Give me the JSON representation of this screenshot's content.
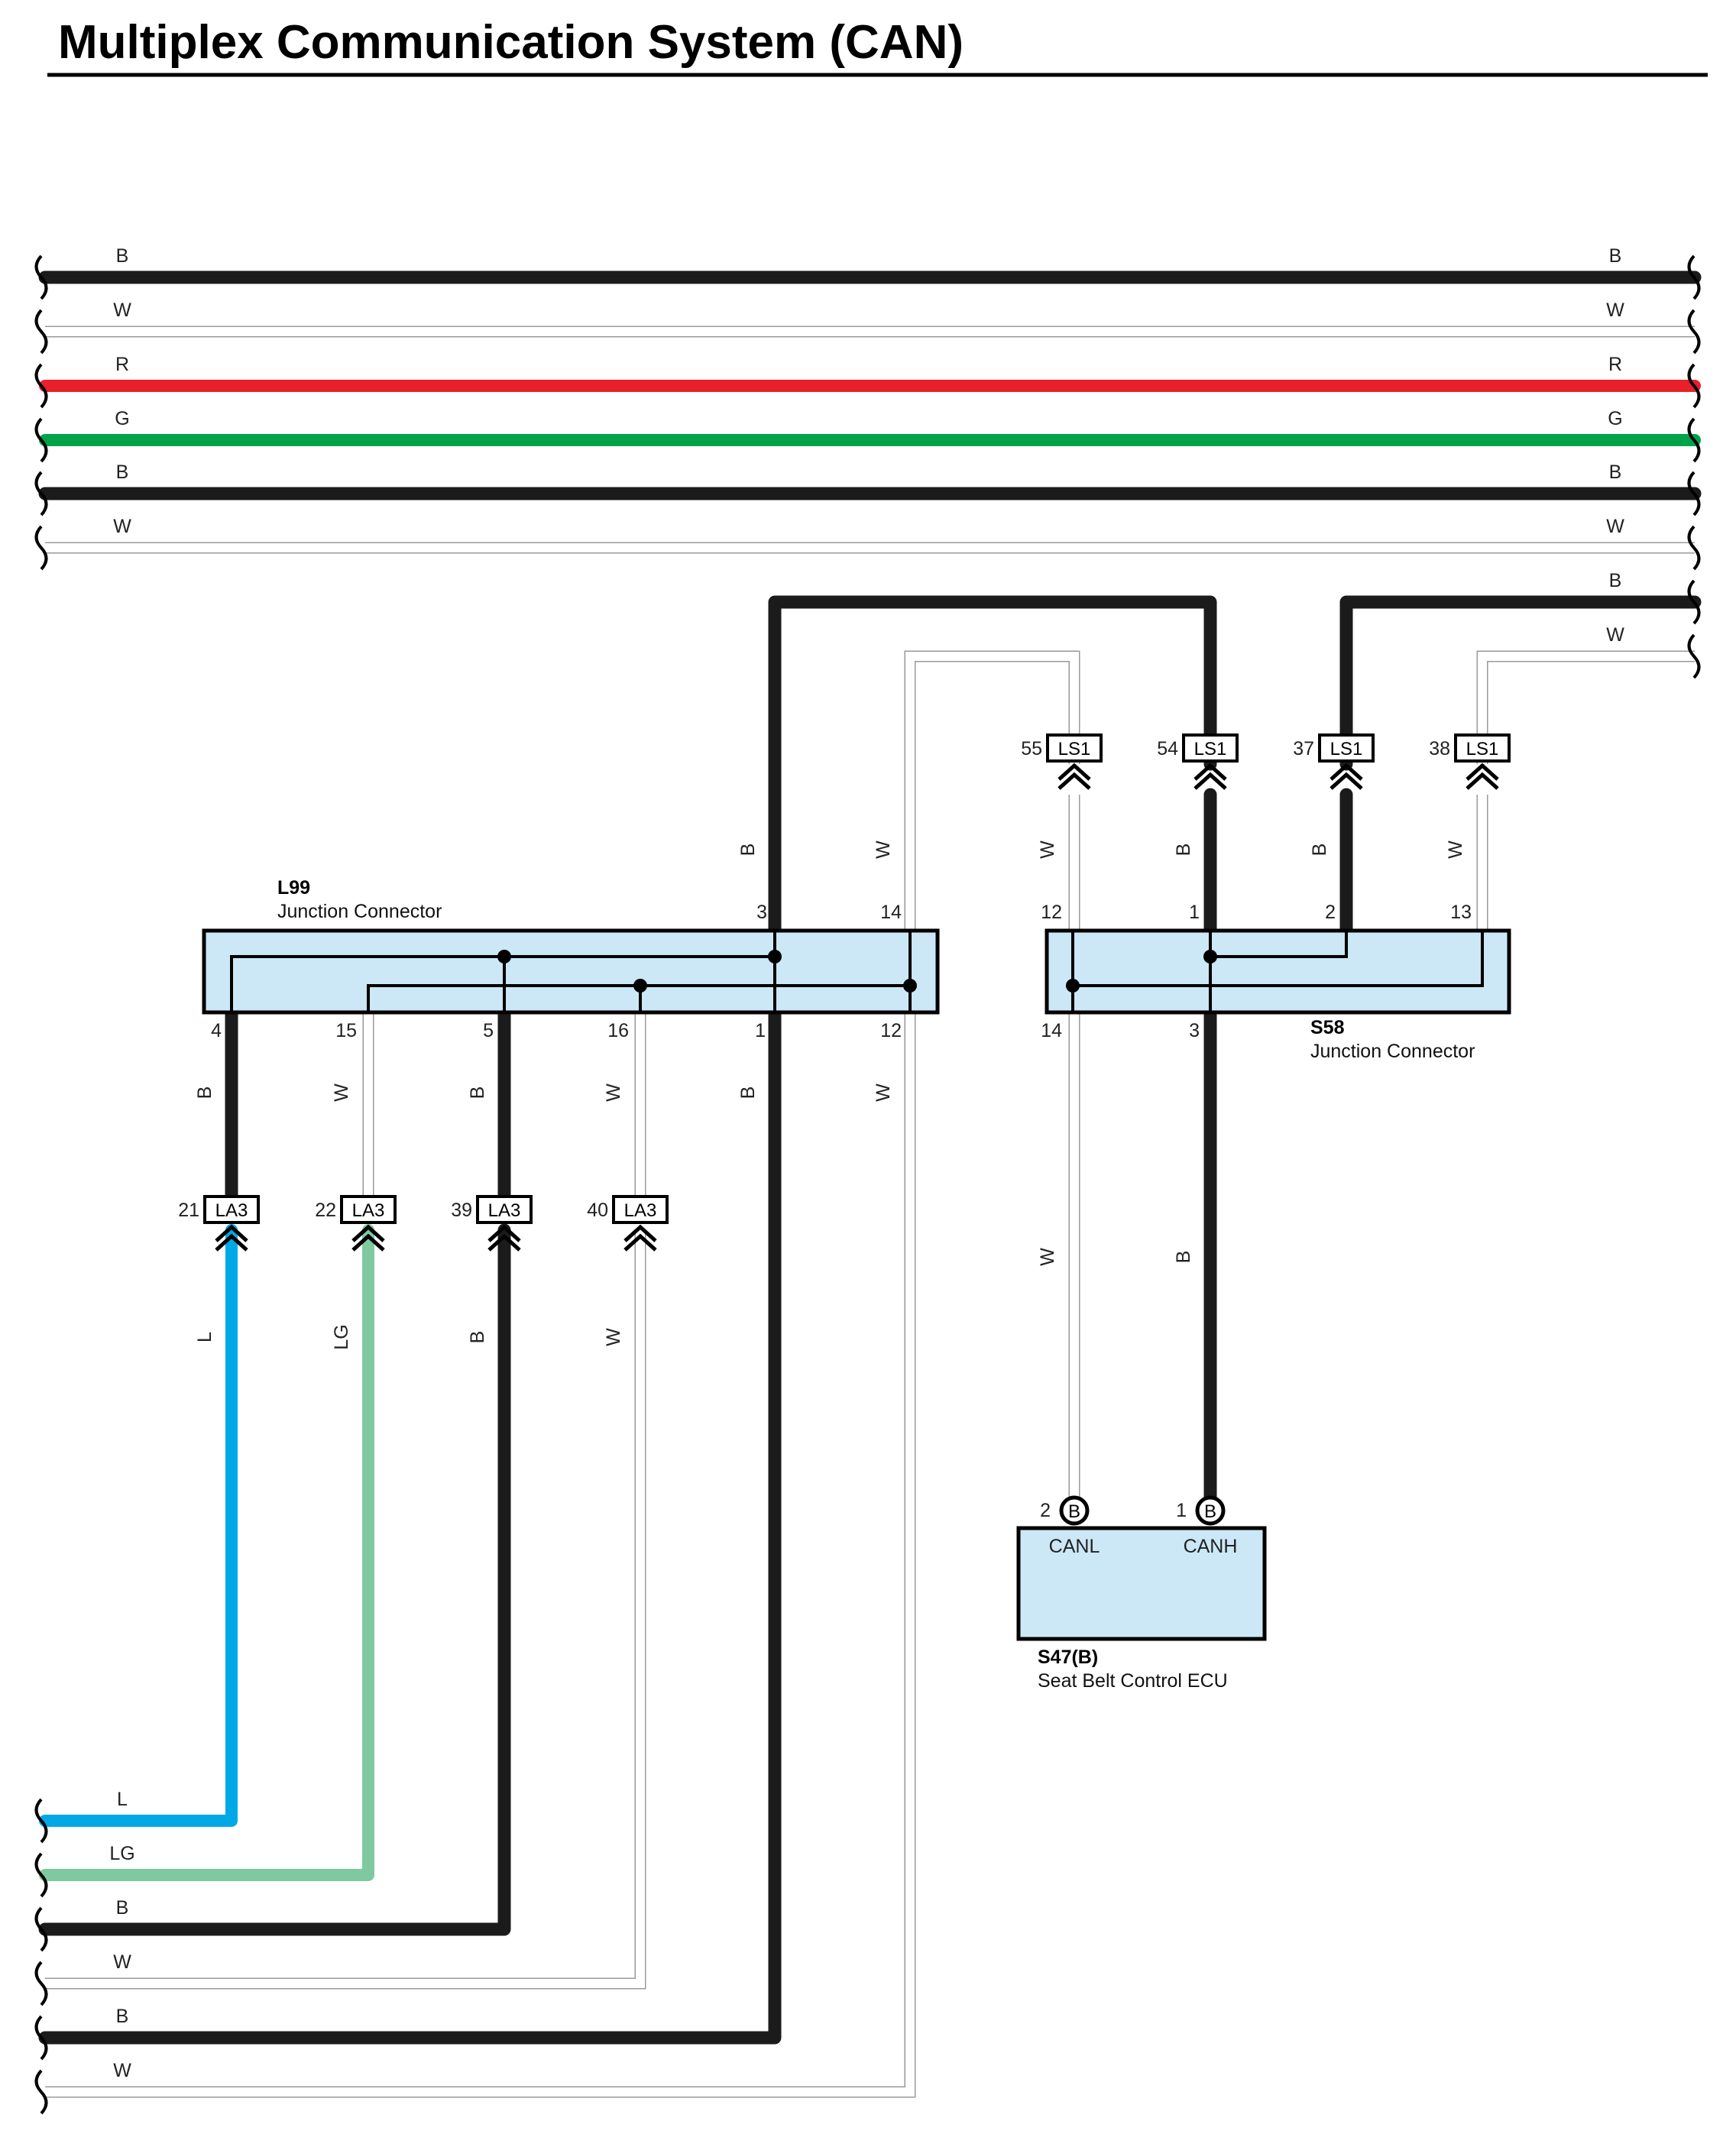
{
  "title": "Multiplex Communication System (CAN)",
  "colors": {
    "B": "#1b1b1b",
    "W": "#9a9a9a",
    "R": "#e8202a",
    "G": "#00a34a",
    "L": "#00a9e6",
    "LG": "#7ec9a0",
    "fill": "#cce8f7"
  },
  "top_bus": [
    {
      "color": "B",
      "left_label": "B",
      "right_label": "B"
    },
    {
      "color": "W",
      "left_label": "W",
      "right_label": "W"
    },
    {
      "color": "R",
      "left_label": "R",
      "right_label": "R"
    },
    {
      "color": "G",
      "left_label": "G",
      "right_label": "G"
    },
    {
      "color": "B",
      "left_label": "B",
      "right_label": "B"
    },
    {
      "color": "W",
      "left_label": "W",
      "right_label": "W"
    }
  ],
  "right_stubs": [
    {
      "color": "B",
      "label": "B"
    },
    {
      "color": "W",
      "label": "W"
    }
  ],
  "bottom_bus": [
    {
      "color": "L",
      "label": "L"
    },
    {
      "color": "LG",
      "label": "LG"
    },
    {
      "color": "B",
      "label": "B"
    },
    {
      "color": "W",
      "label": "W"
    },
    {
      "color": "B",
      "label": "B"
    },
    {
      "color": "W",
      "label": "W"
    }
  ],
  "ls1": [
    {
      "pin": "55",
      "code": "LS1"
    },
    {
      "pin": "54",
      "code": "LS1"
    },
    {
      "pin": "37",
      "code": "LS1"
    },
    {
      "pin": "38",
      "code": "LS1"
    }
  ],
  "la3": [
    {
      "pin": "21",
      "code": "LA3"
    },
    {
      "pin": "22",
      "code": "LA3"
    },
    {
      "pin": "39",
      "code": "LA3"
    },
    {
      "pin": "40",
      "code": "LA3"
    }
  ],
  "l99": {
    "code": "L99",
    "name": "Junction Connector",
    "top_pins": [
      "3",
      "14"
    ],
    "bottom_pins": [
      "4",
      "15",
      "5",
      "16",
      "1",
      "12"
    ]
  },
  "s58": {
    "code": "S58",
    "name": "Junction Connector",
    "top_pins": [
      "12",
      "1",
      "2",
      "13"
    ],
    "bottom_pins": [
      "14",
      "3"
    ]
  },
  "s47": {
    "code": "S47(B)",
    "name": "Seat Belt Control ECU",
    "terminals": [
      {
        "pin": "2",
        "mark": "B",
        "name": "CANL"
      },
      {
        "pin": "1",
        "mark": "B",
        "name": "CANH"
      }
    ]
  },
  "wire_labels": {
    "l99_top": [
      "B",
      "W"
    ],
    "ls1_lower": [
      "W",
      "B",
      "B",
      "W"
    ],
    "l99_bottom": [
      "B",
      "W",
      "B",
      "W",
      "B",
      "W"
    ],
    "la3_lower": [
      "L",
      "LG",
      "B",
      "W"
    ],
    "s58_lower": [
      "W",
      "B"
    ]
  }
}
